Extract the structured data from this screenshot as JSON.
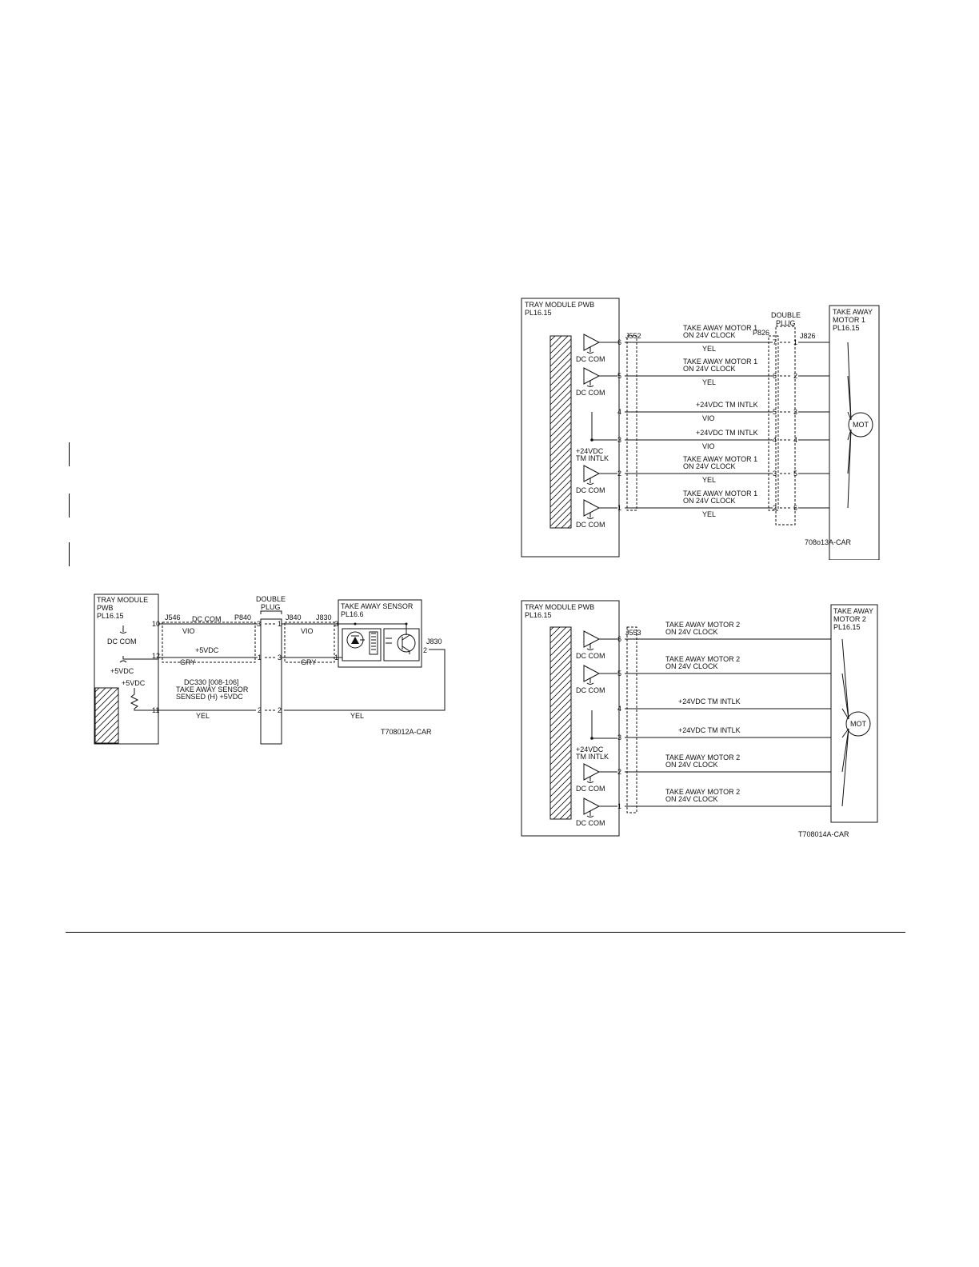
{
  "sensor_diagram": {
    "pwb_title": [
      "TRAY MODULE",
      "PWB",
      "PL16.15"
    ],
    "dc_com": "DC COM",
    "plus5vdc": "+5VDC",
    "plus5vdc_b": "+5VDC",
    "pins_left": [
      "10",
      "12",
      "11"
    ],
    "conn_j546": "J546",
    "conn_p840": "P840",
    "conn_j840": "J840",
    "conn_j830a": "J830",
    "conn_j830b": "J830",
    "double_plug": [
      "DOUBLE",
      "PLUG"
    ],
    "wire1_top": "DC COM",
    "wire1_color": "VIO",
    "wire2_top": "+5VDC",
    "wire2_color": "GRY",
    "wire3_label": [
      "DC330 [008-106]",
      "TAKE AWAY SENSOR",
      "SENSED (H) +5VDC"
    ],
    "wire3_color": "YEL",
    "plug_pins": [
      "3",
      "1",
      "1",
      "3",
      "2",
      "2"
    ],
    "sensor_title": [
      "TAKE AWAY SENSOR",
      "PL16.6"
    ],
    "sensor_pins": [
      "3",
      "1",
      "2"
    ],
    "right_vio": "VIO",
    "right_gry": "GRY",
    "right_yel": "YEL",
    "figure_id": "T708012A-CAR"
  },
  "motor1_diagram": {
    "pwb_title": [
      "TRAY MODULE PWB",
      "PL16.15"
    ],
    "conn_j552": "J552",
    "conn_p826": "P826",
    "conn_j826": "J826",
    "double_plug": [
      "DOUBLE",
      "PLUG"
    ],
    "motor_title": [
      "TAKE AWAY",
      "MOTOR 1",
      "PL16.15"
    ],
    "motor_symbol": "MOT",
    "intlk": [
      "+24VDC",
      "TM INTLK"
    ],
    "dc_com": "DC COM",
    "rows": [
      {
        "pin": "6",
        "label": [
          "TAKE AWAY MOTOR 1",
          "ON 24V CLOCK"
        ],
        "color": "YEL",
        "p": "7",
        "j": "1"
      },
      {
        "pin": "5",
        "label": [
          "TAKE AWAY MOTOR 1",
          "ON 24V CLOCK"
        ],
        "color": "YEL",
        "p": "6",
        "j": "2"
      },
      {
        "pin": "4",
        "label": [
          "+24VDC TM INTLK"
        ],
        "color": "VIO",
        "p": "5",
        "j": "3"
      },
      {
        "pin": "3",
        "label": [
          "+24VDC TM INTLK"
        ],
        "color": "VIO",
        "p": "4",
        "j": "4"
      },
      {
        "pin": "2",
        "label": [
          "TAKE AWAY MOTOR 1",
          "ON 24V CLOCK"
        ],
        "color": "YEL",
        "p": "3",
        "j": "5"
      },
      {
        "pin": "1",
        "label": [
          "TAKE AWAY MOTOR 1",
          "ON 24V CLOCK"
        ],
        "color": "YEL",
        "p": "2",
        "j": "6"
      }
    ],
    "figure_id": "708o13A-CAR"
  },
  "motor2_diagram": {
    "pwb_title": [
      "TRAY MODULE PWB",
      "PL16.15"
    ],
    "conn_j553": "J553",
    "motor_title": [
      "TAKE AWAY",
      "MOTOR 2",
      "PL16.15"
    ],
    "motor_symbol": "MOT",
    "intlk": [
      "+24VDC",
      "TM INTLK"
    ],
    "dc_com": "DC COM",
    "rows": [
      {
        "pin": "6",
        "label": [
          "TAKE AWAY MOTOR 2",
          "ON 24V CLOCK"
        ]
      },
      {
        "pin": "5",
        "label": [
          "TAKE AWAY MOTOR 2",
          "ON 24V CLOCK"
        ]
      },
      {
        "pin": "4",
        "label": [
          "+24VDC TM INTLK"
        ]
      },
      {
        "pin": "3",
        "label": [
          "+24VDC TM INTLK"
        ]
      },
      {
        "pin": "2",
        "label": [
          "TAKE AWAY MOTOR 2",
          "ON 24V CLOCK"
        ]
      },
      {
        "pin": "1",
        "label": [
          "TAKE AWAY MOTOR 2",
          "ON 24V CLOCK"
        ]
      }
    ],
    "figure_id": "T708014A-CAR"
  }
}
